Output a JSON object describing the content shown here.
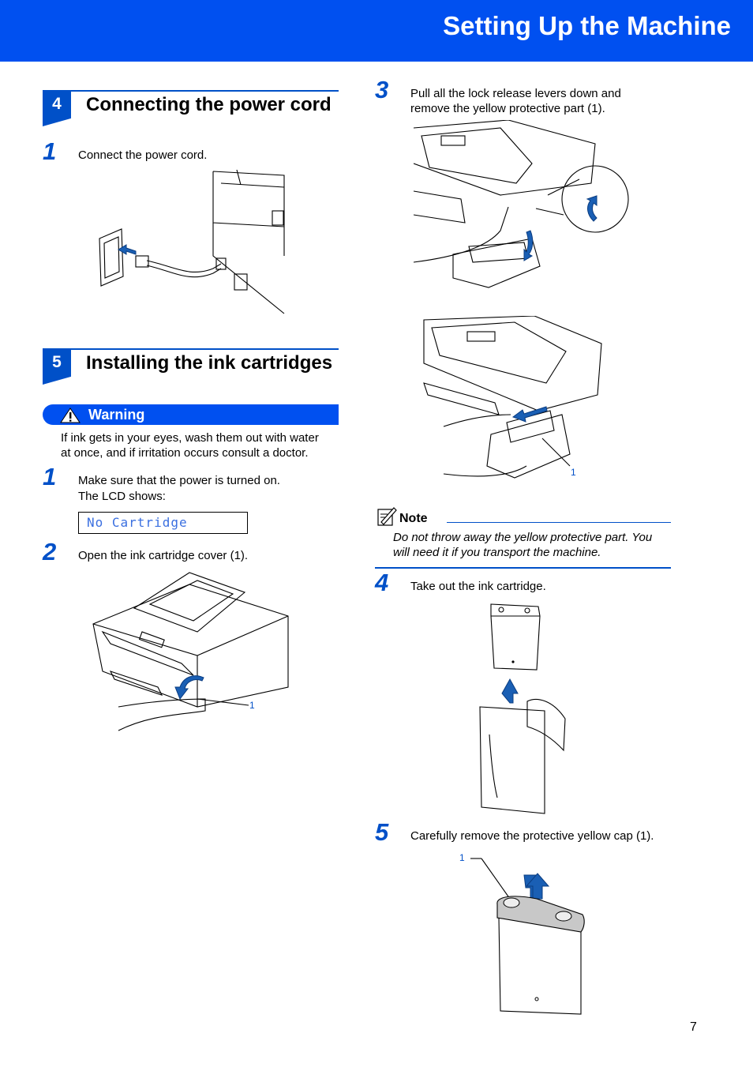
{
  "header": {
    "title": "Setting Up the Machine"
  },
  "section4": {
    "number": "4",
    "title": "Connecting the power cord",
    "steps": [
      {
        "number": "1",
        "text": "Connect the power cord."
      }
    ]
  },
  "section5": {
    "number": "5",
    "title": "Installing the ink cartridges",
    "warning": {
      "label": "Warning",
      "text_line1": "If ink gets in your eyes, wash them out with water",
      "text_line2": "at once, and if irritation occurs consult a doctor."
    },
    "step1": {
      "number": "1",
      "line1": "Make sure that the power is turned on.",
      "line2": "The LCD shows:"
    },
    "lcd": "No Cartridge",
    "step2": {
      "number": "2",
      "text": "Open the ink cartridge cover (1)."
    },
    "step2_callout": "1"
  },
  "right": {
    "step3": {
      "number": "3",
      "line1": "Pull all the lock release levers down and",
      "line2": "remove the yellow protective part (1)."
    },
    "step3_callout": "1",
    "note": {
      "label": "Note",
      "line1": "Do not throw away the yellow protective part. You",
      "line2": "will need it if you transport the machine."
    },
    "step4": {
      "number": "4",
      "text": "Take out the ink cartridge."
    },
    "step5": {
      "number": "5",
      "text": "Carefully remove the protective yellow cap (1)."
    },
    "step5_callout": "1"
  },
  "footer": {
    "page_number": "7"
  },
  "colors": {
    "brand_blue": "#0050f0",
    "section_blue": "#0050c8",
    "lcd_text": "#3a6fe0"
  }
}
